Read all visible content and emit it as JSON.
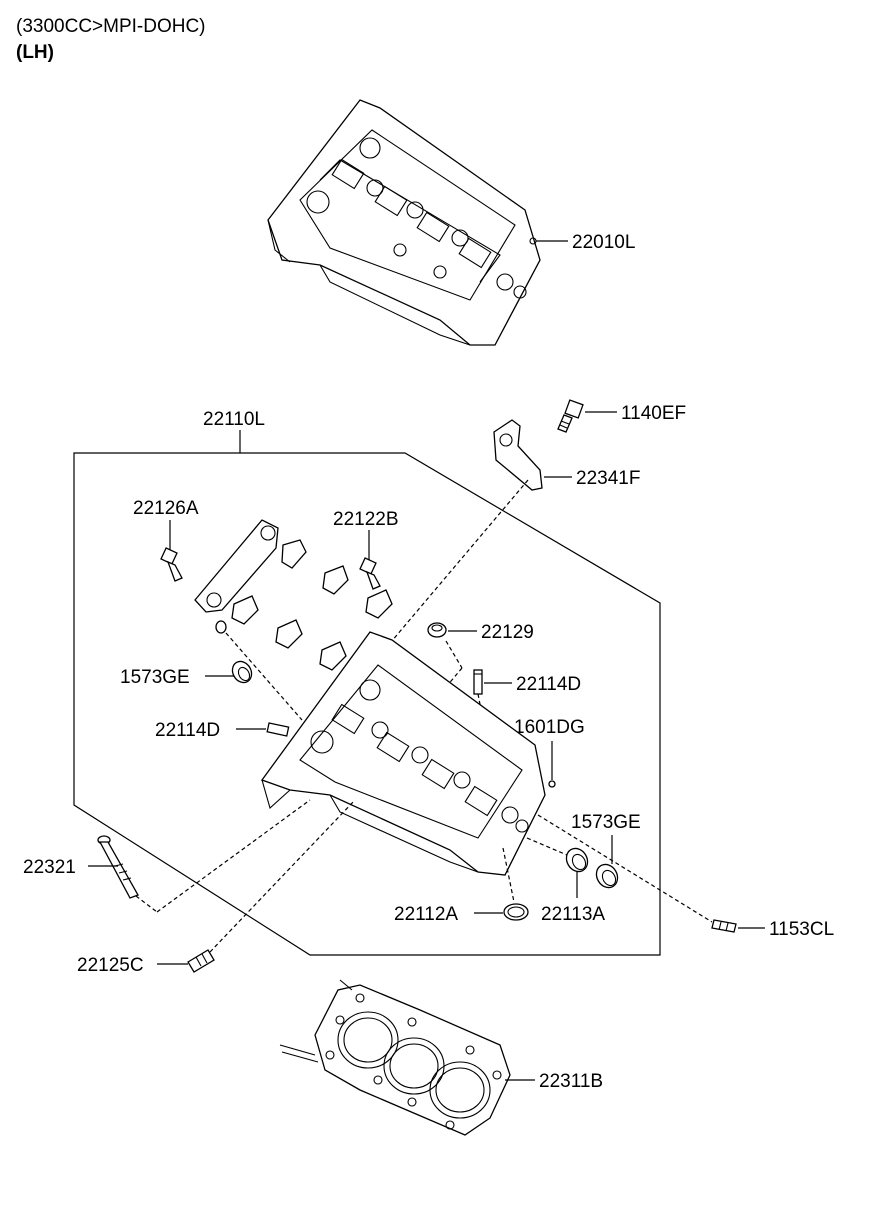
{
  "header": {
    "spec": "(3300CC>MPI-DOHC)",
    "side": "(LH)"
  },
  "labels": {
    "head_assy": "22010L",
    "head_sub": "22110L",
    "bolt_1140": "1140EF",
    "hanger": "22341F",
    "cap_a": "22126A",
    "cap_b": "22122B",
    "plug": "22129",
    "seal_1573_left": "1573GE",
    "dowel_right": "22114D",
    "dowel_left": "22114D",
    "ball_1601": "1601DG",
    "seal_1573_right": "1573GE",
    "bolt_22321": "22321",
    "seal_22112": "22112A",
    "seal_22113": "22113A",
    "stud_1153": "1153CL",
    "stud_22125": "22125C",
    "gasket": "22311B"
  }
}
